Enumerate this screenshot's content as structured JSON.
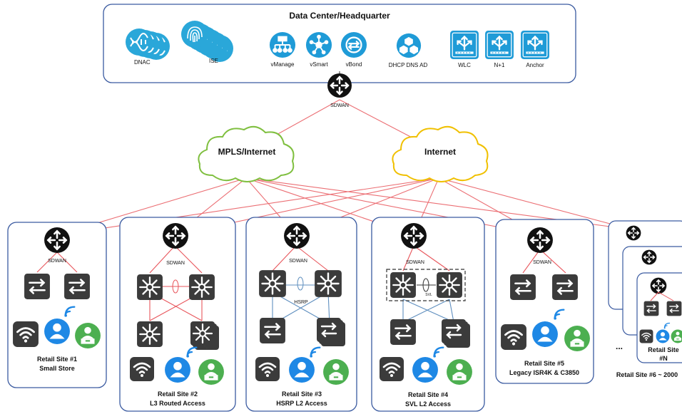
{
  "headquarter": {
    "title": "Data Center/Headquarter",
    "labels": {
      "dnac": "DNAC",
      "ise": "ISE",
      "vmanage": "vManage",
      "vsmart": "vSmart",
      "vbond": "vBond",
      "dhcp": "DHCP DNS AD",
      "wlc": "WLC",
      "n1": "N+1",
      "anchor": "Anchor"
    },
    "core_router_label": "SDWAN"
  },
  "clouds": {
    "mpls": "MPLS/Internet",
    "internet": "Internet"
  },
  "sites": {
    "s1": {
      "sdwan": "SDWAN",
      "line1": "Retail Site #1",
      "line2": "Small Store"
    },
    "s2": {
      "sdwan": "SDWAN",
      "line1": "Retail Site #2",
      "line2": "L3 Routed Access"
    },
    "s3": {
      "sdwan": "SDWAN",
      "line1": "Retail Site #3",
      "line2": "HSRP L2 Access",
      "tag": "HSRP"
    },
    "s4": {
      "sdwan": "SDWAN",
      "line1": "Retail Site #4",
      "line2": "SVL L2 Access",
      "tag": "SVL"
    },
    "s5": {
      "sdwan": "SDWAN",
      "line1": "Retail Site #5",
      "line2": "Legacy ISR4K & C3850"
    },
    "s6": {
      "line1": "Retail Site",
      "line2": "#N",
      "ellipsis": "...",
      "range": "Retail Site #6 ~ 2000"
    }
  },
  "colors": {
    "box_stroke": "#3a5aa0",
    "wan_link": "#e8555b",
    "l2_link": "#5f8fbf",
    "router_fill": "#111111",
    "switch_fill": "#3b3b3b",
    "ap_icon": "#00a3d9",
    "wifi_user_blue": "#1e88e5",
    "wifi_user_green": "#4caf50",
    "cloud_green": "#7fbf3f",
    "cloud_yellow": "#f0c000"
  }
}
